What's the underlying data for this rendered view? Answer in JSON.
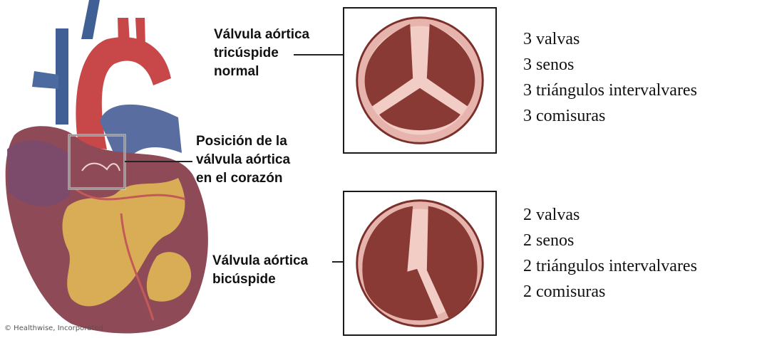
{
  "labels": {
    "normal_valve": [
      "Válvula aórtica",
      "tricúspide",
      "normal"
    ],
    "position": [
      "Posición de la",
      "válvula aórtica",
      "en el corazón"
    ],
    "bicuspid_valve": [
      "Válvula aórtica",
      "bicúspide"
    ]
  },
  "tricuspid_features": [
    "3 valvas",
    "3 senos",
    "3 triángulos intervalvares",
    "3 comisuras"
  ],
  "bicuspid_features": [
    "2 valvas",
    "2 senos",
    "2 triángulos intervalvares",
    "2 comisuras"
  ],
  "credit": "© Healthwise, Incorporated",
  "colors": {
    "leaflet": "#8a3a34",
    "annulus": "#e7b3ad",
    "aorta": "#c8484a",
    "vein": "#3f5f95",
    "myocardium": "#8f4a58",
    "fat": "#d9ad55"
  }
}
